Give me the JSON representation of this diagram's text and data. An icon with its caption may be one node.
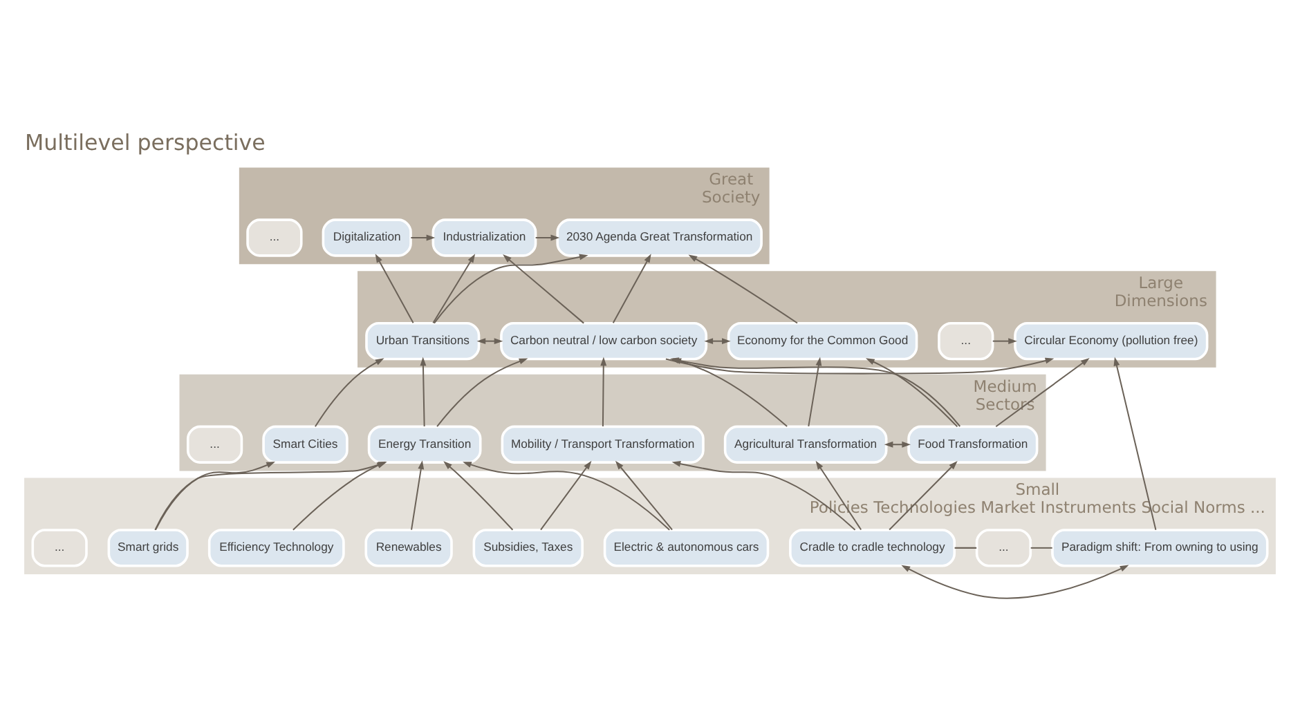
{
  "diagram": {
    "title": "Multilevel perspective",
    "nodes": [
      {
        "text": [
          "Great",
          "Society"
        ]
      },
      {
        "text": [
          "Digitalization"
        ],
        "in": 0
      },
      {
        "text": [
          "Industrialization"
        ],
        "in": 0
      },
      {
        "text": [
          "2030 Agenda Great Transformation"
        ],
        "in": 0
      },
      {
        "text": [
          "..."
        ],
        "in": 0
      },
      {
        "text": [
          "Large",
          "Dimensions"
        ]
      },
      {
        "text": [
          "Urban Transitions"
        ],
        "in": 5
      },
      {
        "text": [
          "Carbon neutral / low carbon society"
        ],
        "in": 5
      },
      {
        "text": [
          "Economy for the Common Good"
        ],
        "in": 5
      },
      {
        "text": [
          "..."
        ],
        "in": 5
      },
      {
        "text": [
          "Circular Economy (pollution free)"
        ],
        "in": 5
      },
      {
        "text": [
          "Medium",
          "Sectors"
        ]
      },
      {
        "text": [
          "Smart Cities"
        ],
        "in": 11
      },
      {
        "text": [
          "Energy Transition"
        ],
        "in": 11
      },
      {
        "text": [
          "Mobility / Transport Transformation"
        ],
        "in": 11
      },
      {
        "text": [
          "Agricultural Transformation"
        ],
        "in": 11
      },
      {
        "text": [
          "Food Transformation"
        ],
        "in": 11
      },
      {
        "text": [
          "..."
        ],
        "in": 11
      },
      {
        "text": [
          "Small",
          "Policies Technologies Market Instruments Social Norms ..."
        ]
      },
      {
        "text": [
          "Smart grids"
        ],
        "in": 18
      },
      {
        "text": [
          "Renewables"
        ],
        "in": 18
      },
      {
        "text": [
          "Efficiency Technology"
        ],
        "in": 18
      },
      {
        "text": [
          "Electric & autonomous cars"
        ],
        "in": 18
      },
      {
        "text": [
          "Subsidies, Taxes"
        ],
        "in": 18
      },
      {
        "text": [
          "Cradle to cradle technology"
        ],
        "in": 18
      },
      {
        "text": [
          "..."
        ],
        "in": 18
      },
      {
        "text": [
          "..."
        ],
        "in": 18
      },
      {
        "text": [
          "Paradigm shift: From owning to using"
        ],
        "in": 18
      }
    ],
    "edges": [
      {
        "from": 1,
        "to": 2,
        "arrow": "to"
      },
      {
        "from": 2,
        "to": 3,
        "arrow": "to"
      },
      {
        "from": 6,
        "to": 1,
        "arrow": "to"
      },
      {
        "from": 6,
        "to": 2,
        "arrow": "to"
      },
      {
        "from": 6,
        "to": 3,
        "arrow": "to"
      },
      {
        "from": 6,
        "to": 7,
        "arrow": "both"
      },
      {
        "from": 7,
        "to": 2,
        "arrow": "to"
      },
      {
        "from": 7,
        "to": 3,
        "arrow": "to"
      },
      {
        "from": 7,
        "to": 8,
        "arrow": "both"
      },
      {
        "from": 8,
        "to": 3,
        "arrow": "to"
      },
      {
        "from": 7,
        "to": 10,
        "arrow": "to"
      },
      {
        "from": 9,
        "to": 10,
        "arrow": "to"
      },
      {
        "from": 12,
        "to": 6,
        "arrow": "to"
      },
      {
        "from": 13,
        "to": 6,
        "arrow": "to"
      },
      {
        "from": 13,
        "to": 7,
        "arrow": "to"
      },
      {
        "from": 14,
        "to": 7,
        "arrow": "to"
      },
      {
        "from": 15,
        "to": 7,
        "arrow": "to"
      },
      {
        "from": 15,
        "to": 8,
        "arrow": "to"
      },
      {
        "from": 16,
        "to": 8,
        "arrow": "to"
      },
      {
        "from": 16,
        "to": 7,
        "arrow": "to"
      },
      {
        "from": 16,
        "to": 10,
        "arrow": "to"
      },
      {
        "from": 15,
        "to": 16,
        "arrow": "both"
      },
      {
        "from": 19,
        "to": 12,
        "arrow": "to"
      },
      {
        "from": 19,
        "to": 13,
        "arrow": "to"
      },
      {
        "from": 20,
        "to": 13,
        "arrow": "to"
      },
      {
        "from": 21,
        "to": 13,
        "arrow": "to"
      },
      {
        "from": 22,
        "to": 13,
        "arrow": "to"
      },
      {
        "from": 22,
        "to": 14,
        "arrow": "to"
      },
      {
        "from": 23,
        "to": 13,
        "arrow": "to"
      },
      {
        "from": 23,
        "to": 14,
        "arrow": "to"
      },
      {
        "from": 24,
        "to": 14,
        "arrow": "to"
      },
      {
        "from": 24,
        "to": 15,
        "arrow": "to"
      },
      {
        "from": 24,
        "to": 16,
        "arrow": "to"
      },
      {
        "from": 24,
        "to": 25,
        "arrow": "none"
      },
      {
        "from": 25,
        "to": 27,
        "arrow": "none"
      },
      {
        "from": 24,
        "to": 27,
        "arrow": "both"
      },
      {
        "from": 27,
        "to": 10,
        "arrow": "to"
      }
    ]
  }
}
